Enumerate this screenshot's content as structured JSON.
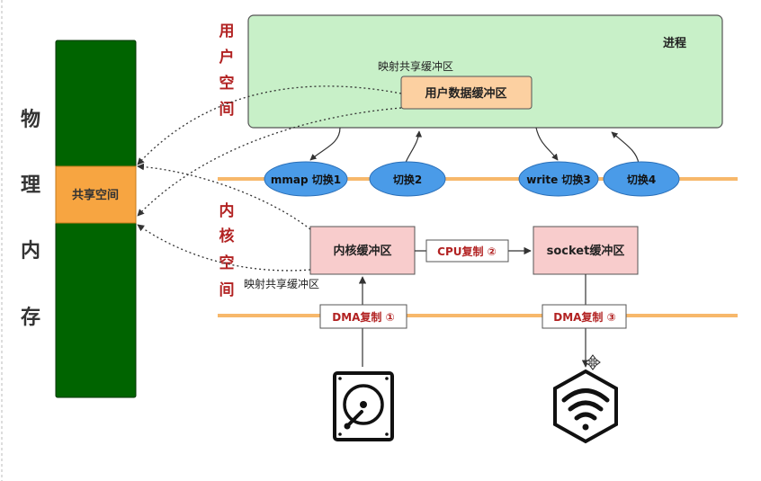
{
  "physical_memory": {
    "chars": [
      "物",
      "理",
      "内",
      "存"
    ],
    "shared_space": "共享空间"
  },
  "user_space": {
    "chars": [
      "用",
      "户",
      "空",
      "间"
    ]
  },
  "kernel_space": {
    "chars": [
      "内",
      "核",
      "空",
      "间"
    ]
  },
  "process": {
    "title": "进程",
    "user_buffer": "用户数据缓冲区",
    "map_label_top": "映射共享缓冲区"
  },
  "kernel": {
    "kernel_buffer": "内核缓冲区",
    "socket_buffer": "socket缓冲区",
    "cpu_copy": "CPU复制 ②",
    "map_label_bottom": "映射共享缓冲区",
    "dma_copy_1": "DMA复制 ①",
    "dma_copy_3": "DMA复制 ③"
  },
  "switches": {
    "s1": "mmap 切换1",
    "s2": "切换2",
    "s3": "write 切换3",
    "s4": "切换4"
  },
  "devices": {
    "disk": "hard-disk-icon",
    "network": "wifi-icon"
  },
  "colors": {
    "memory_green": "#006400",
    "shared_orange": "#f7a541",
    "process_green": "#c8f0c8",
    "user_buffer_orange": "#fcd0a1",
    "kernel_pink": "#f8cccc",
    "switch_blue": "#4a9be8",
    "boundary_orange": "#f7b86b",
    "label_red": "#b22222"
  }
}
